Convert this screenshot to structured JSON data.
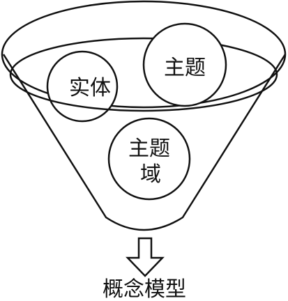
{
  "diagram": {
    "nodes": {
      "entity": {
        "label": "实体"
      },
      "topic": {
        "label": "主题"
      },
      "topic_domain": {
        "line1": "主题",
        "line2": "域"
      }
    },
    "output": {
      "label": "概念模型"
    },
    "colors": {
      "stroke": "#111111",
      "background": "#ffffff"
    }
  }
}
